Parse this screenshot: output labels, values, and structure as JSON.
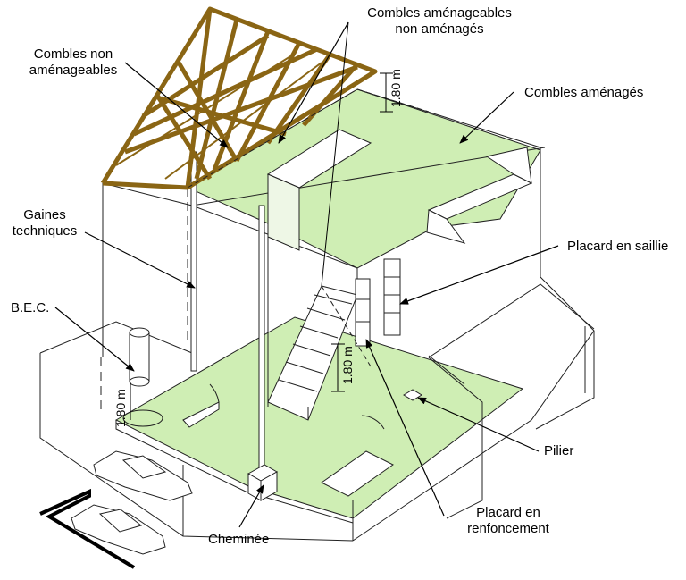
{
  "labels": {
    "combles_non_amenageables_1": "Combles non",
    "combles_non_amenageables_2": "aménageables",
    "combles_amenageables_1": "Combles aménageables",
    "combles_amenageables_2": "non aménagés",
    "combles_amenages": "Combles aménagés",
    "gaines_1": "Gaines",
    "gaines_2": "techniques",
    "bec": "B.E.C.",
    "placard_saillie": "Placard en saillie",
    "pilier": "Pilier",
    "placard_renfoncement_1": "Placard en",
    "placard_renfoncement_2": "renfoncement",
    "cheminee": "Cheminée"
  },
  "dimensions": {
    "attic_height": "1.80 m",
    "stair_height": "1.80 m",
    "bec_height": "1.80 m"
  },
  "colors": {
    "floor_green": "#cfeeb4",
    "timber": "#8a6514",
    "line": "#222222"
  }
}
